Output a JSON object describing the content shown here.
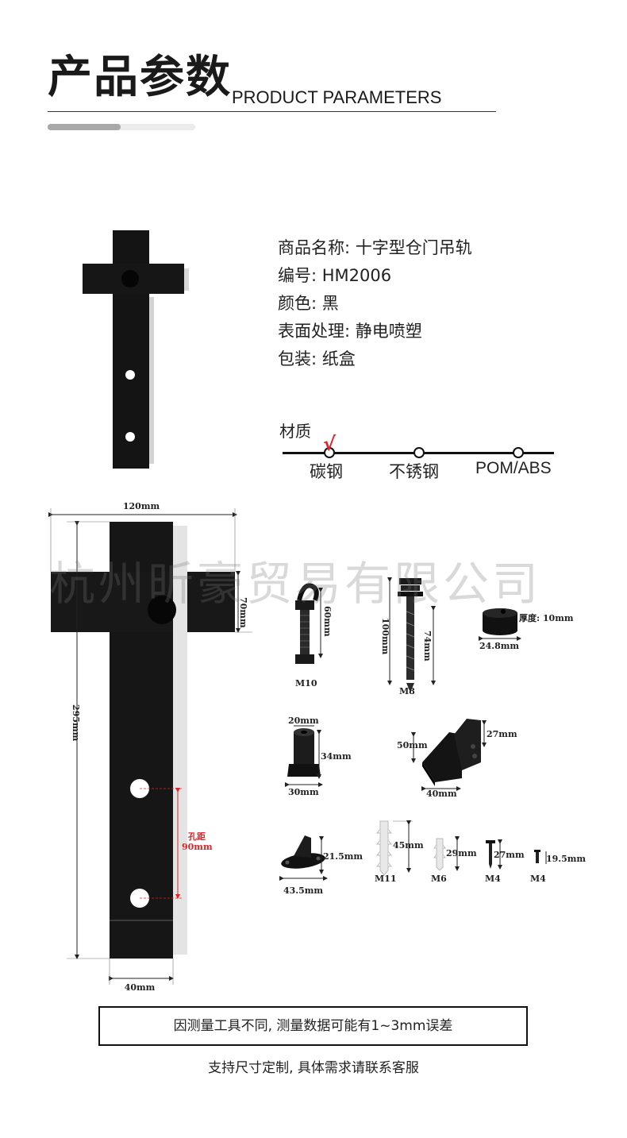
{
  "header": {
    "title_cn": "产品参数",
    "title_en": "PRODUCT PARAMETERS"
  },
  "specs": [
    {
      "label": "商品名称:",
      "value": "十字型仓门吊轨"
    },
    {
      "label": "编号:",
      "value": "HM2006"
    },
    {
      "label": "颜色:",
      "value": "黑"
    },
    {
      "label": "表面处理:",
      "value": "静电喷塑"
    },
    {
      "label": "包装:",
      "value": "纸盒"
    }
  ],
  "material": {
    "title": "材质",
    "options": [
      "碳钢",
      "不锈钢",
      "POM/ABS"
    ],
    "selected": "碳钢",
    "check": "√",
    "check_color": "#e0242a"
  },
  "dimensions": {
    "width_top": "120mm",
    "height_total": "295mm",
    "arm_height": "70mm",
    "hole_label": "孔距",
    "hole_distance": "90mm",
    "width_bottom": "40mm",
    "accent_color": "#e0242a"
  },
  "parts": {
    "bolt_len": "60mm",
    "bolt_thread": "M10",
    "screw_len": "100mm",
    "screw_thread_len": "74mm",
    "screw_size": "M8",
    "cap_thickness": "厚度: 10mm",
    "cap_diameter": "24.8mm",
    "spacer_top": "20mm",
    "spacer_height": "34mm",
    "spacer_bottom": "30mm",
    "stopper_height": "50mm",
    "stopper_top": "27mm",
    "stopper_width": "40mm",
    "guide_height": "21.5mm",
    "guide_width": "43.5mm",
    "anchor1_len": "45mm",
    "anchor1_size": "M11",
    "anchor2_len": "29mm",
    "anchor2_size": "M6",
    "screw1_len": "27mm",
    "screw1_size": "M4",
    "screw2_len": "19.5mm",
    "screw2_size": "M4"
  },
  "watermark": "杭州昕豪贸易有限公司",
  "note": "因测量工具不同, 测量数据可能有1~3mm误差",
  "footer": "支持尺寸定制, 具体需求请联系客服"
}
